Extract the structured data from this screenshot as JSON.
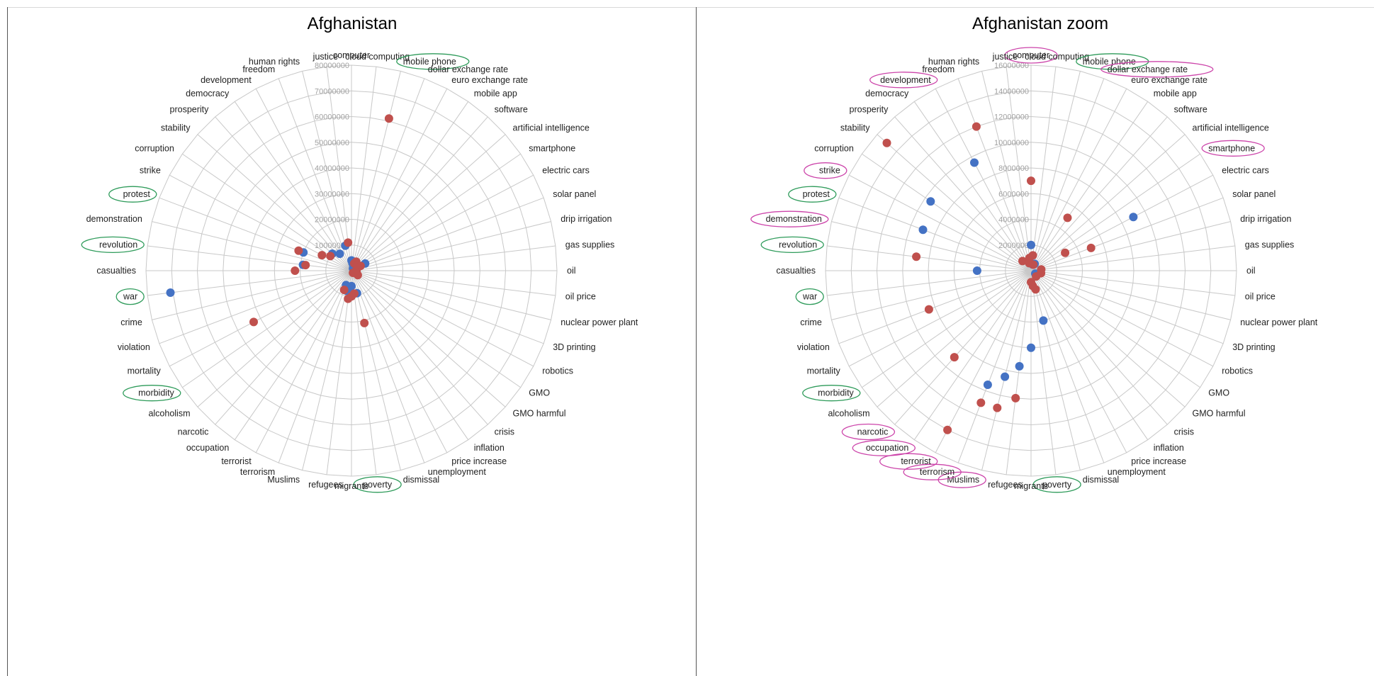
{
  "chart_data": [
    {
      "type": "scatter",
      "subtype": "radar",
      "title": "Afghanistan",
      "grid": true,
      "radial_max": 80000000,
      "radial_ticks": [
        10000000,
        20000000,
        30000000,
        40000000,
        50000000,
        60000000,
        70000000,
        80000000
      ],
      "radial_tick_labels": [
        "10000000",
        "20000000",
        "30000000",
        "40000000",
        "50000000",
        "60000000",
        "70000000",
        "80000000"
      ],
      "categories": [
        "computer",
        "cloud computing",
        "mobile phone",
        "dollar exchange rate",
        "euro exchange rate",
        "mobile app",
        "software",
        "artificial intelligence",
        "smartphone",
        "electric cars",
        "solar panel",
        "drip irrigation",
        "gas supplies",
        "oil",
        "oil price",
        "nuclear power plant",
        "3D printing",
        "robotics",
        "GMO",
        "GMO harmful",
        "crisis",
        "inflation",
        "price increase",
        "unemployment",
        "dismissal",
        "poverty",
        "migrants",
        "refugees",
        "Muslims",
        "terrorism",
        "terrorist",
        "occupation",
        "narcotic",
        "alcoholism",
        "morbidity",
        "mortality",
        "violation",
        "crime",
        "war",
        "casualties",
        "revolution",
        "demonstration",
        "protest",
        "strike",
        "corruption",
        "stability",
        "prosperity",
        "democracy",
        "development",
        "freedom",
        "human rights",
        "justice"
      ],
      "highlight_green": [
        "mobile phone",
        "poverty",
        "morbidity",
        "war",
        "revolution",
        "protest"
      ],
      "highlight_pink": [],
      "series": [
        {
          "color": "#4472c4",
          "points": [
            [
              0,
              4000000
            ],
            [
              1,
              3000000
            ],
            [
              3,
              2000000
            ],
            [
              5,
              1000000
            ],
            [
              8,
              2000000
            ],
            [
              9,
              6000000
            ],
            [
              18,
              1000000
            ],
            [
              24,
              9000000
            ],
            [
              26,
              6000000
            ],
            [
              27,
              7000000
            ],
            [
              28,
              8000000
            ],
            [
              29,
              6000000
            ],
            [
              38,
              71000000
            ],
            [
              40,
              19000000
            ],
            [
              42,
              20000000
            ],
            [
              45,
              10000000
            ],
            [
              47,
              8000000
            ],
            [
              50,
              10000000
            ]
          ]
        },
        {
          "color": "#c0504d",
          "points": [
            [
              2,
              61000000
            ],
            [
              3,
              3000000
            ],
            [
              4,
              4000000
            ],
            [
              7,
              3000000
            ],
            [
              9,
              4000000
            ],
            [
              12,
              2000000
            ],
            [
              15,
              2000000
            ],
            [
              18,
              3000000
            ],
            [
              21,
              1000000
            ],
            [
              24,
              21000000
            ],
            [
              25,
              9000000
            ],
            [
              26,
              10000000
            ],
            [
              27,
              11000000
            ],
            [
              29,
              8000000
            ],
            [
              35,
              43000000
            ],
            [
              39,
              22000000
            ],
            [
              40,
              18000000
            ],
            [
              42,
              22000000
            ],
            [
              43,
              13000000
            ],
            [
              44,
              10000000
            ],
            [
              51,
              11000000
            ]
          ]
        }
      ]
    },
    {
      "type": "scatter",
      "subtype": "radar",
      "title": "Afghanistan zoom",
      "grid": true,
      "radial_max": 16000000,
      "radial_ticks": [
        2000000,
        4000000,
        6000000,
        8000000,
        10000000,
        12000000,
        14000000,
        16000000
      ],
      "radial_tick_labels": [
        "2000000",
        "4000000",
        "6000000",
        "8000000",
        "10000000",
        "12000000",
        "14000000",
        "16000000"
      ],
      "categories": [
        "computer",
        "cloud computing",
        "mobile phone",
        "dollar exchange rate",
        "euro exchange rate",
        "mobile app",
        "software",
        "artificial intelligence",
        "smartphone",
        "electric cars",
        "solar panel",
        "drip irrigation",
        "gas supplies",
        "oil",
        "oil price",
        "nuclear power plant",
        "3D printing",
        "robotics",
        "GMO",
        "GMO harmful",
        "crisis",
        "inflation",
        "price increase",
        "unemployment",
        "dismissal",
        "poverty",
        "migrants",
        "refugees",
        "Muslims",
        "terrorism",
        "terrorist",
        "occupation",
        "narcotic",
        "alcoholism",
        "morbidity",
        "mortality",
        "violation",
        "crime",
        "war",
        "casualties",
        "revolution",
        "demonstration",
        "protest",
        "strike",
        "corruption",
        "stability",
        "prosperity",
        "democracy",
        "development",
        "freedom",
        "human rights",
        "justice"
      ],
      "highlight_green": [
        "mobile phone",
        "revolution",
        "protest",
        "war",
        "morbidity",
        "poverty"
      ],
      "highlight_pink": [
        "computer",
        "dollar exchange rate",
        "development",
        "smartphone",
        "strike",
        "demonstration",
        "narcotic",
        "occupation",
        "terrorist",
        "terrorism",
        "Muslims"
      ],
      "series": [
        {
          "color": "#4472c4",
          "points": [
            [
              0,
              2000000
            ],
            [
              2,
              500000
            ],
            [
              4,
              600000
            ],
            [
              9,
              9000000
            ],
            [
              18,
              400000
            ],
            [
              24,
              4000000
            ],
            [
              26,
              6000000
            ],
            [
              27,
              7500000
            ],
            [
              28,
              8500000
            ],
            [
              29,
              9500000
            ],
            [
              39,
              4200000
            ],
            [
              42,
              9000000
            ],
            [
              44,
              9500000
            ],
            [
              48,
              9500000
            ]
          ]
        },
        {
          "color": "#c0504d",
          "points": [
            [
              0,
              7000000
            ],
            [
              1,
              1200000
            ],
            [
              3,
              500000
            ],
            [
              5,
              5000000
            ],
            [
              9,
              3000000
            ],
            [
              10,
              5000000
            ],
            [
              12,
              800000
            ],
            [
              15,
              800000
            ],
            [
              20,
              600000
            ],
            [
              24,
              1500000
            ],
            [
              25,
              1200000
            ],
            [
              26,
              900000
            ],
            [
              27,
              10000000
            ],
            [
              28,
              11000000
            ],
            [
              29,
              11000000
            ],
            [
              30,
              14000000
            ],
            [
              32,
              9000000
            ],
            [
              36,
              8500000
            ],
            [
              40,
              9000000
            ],
            [
              45,
              15000000
            ],
            [
              46,
              1000000
            ],
            [
              49,
              12000000
            ],
            [
              50,
              600000
            ],
            [
              51,
              1000000
            ]
          ]
        }
      ]
    }
  ]
}
